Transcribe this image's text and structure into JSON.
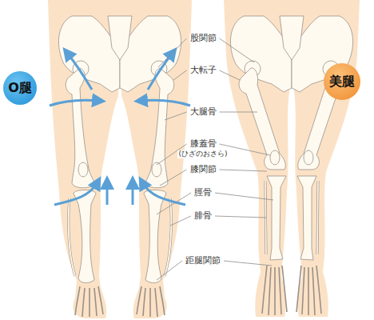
{
  "diagram": {
    "nodes": [
      {
        "text": [
          "O腿"
        ]
      },
      {
        "text": [
          "美腿"
        ]
      }
    ],
    "labels": [
      "股関節",
      "大転子",
      "大腿骨",
      "膝蓋骨",
      "(ひざのおさら)",
      "膝関節",
      "脛骨",
      "腓骨",
      "距腿関節"
    ]
  }
}
